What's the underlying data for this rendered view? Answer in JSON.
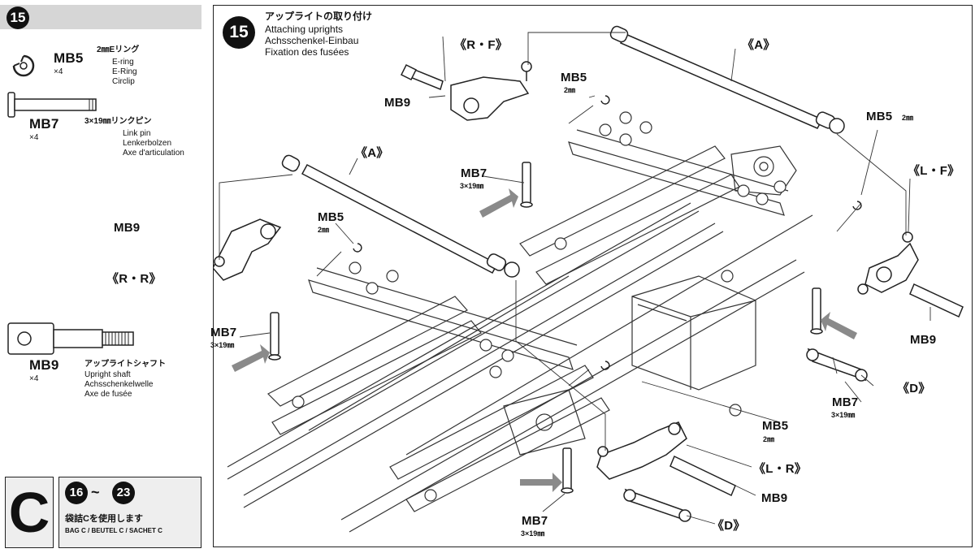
{
  "step": {
    "number": "15"
  },
  "parts": {
    "mb5": {
      "code": "MB5",
      "qty": "×4",
      "size": "2㎜Eリング",
      "names": [
        "E-ring",
        "E-Ring",
        "Circlip"
      ]
    },
    "mb7": {
      "code": "MB7",
      "qty": "×4",
      "size": "3×19㎜リンクピン",
      "names": [
        "Link pin",
        "Lenkerbolzen",
        "Axe d'articulation"
      ]
    },
    "mb9": {
      "code": "MB9",
      "qty": "×4",
      "jp": "アップライトシャフト",
      "names": [
        "Upright shaft",
        "Achsschenkelwelle",
        "Axe de fusée"
      ]
    }
  },
  "title": {
    "jp": "アップライトの取り付け",
    "lines": [
      "Attaching uprights",
      "Achsschenkel-Einbau",
      "Fixation des fusées"
    ]
  },
  "bag": {
    "letter": "C",
    "from": "16",
    "tilde": "~",
    "to": "23",
    "jp": "袋詰Cを使用します",
    "en": "BAG C / BEUTEL C / SACHET C"
  },
  "callouts": {
    "rf": "《R・F》",
    "rr": "《R・R》",
    "lf": "《L・F》",
    "lr": "《L・R》",
    "a1": "《A》",
    "a2": "《A》",
    "d1": "《D》",
    "d2": "《D》",
    "mb9_tl": "MB9",
    "mb9_l": "MB9",
    "mb9_r": "MB9",
    "mb9_br": "MB9",
    "mb5_t": "MB5",
    "mb5_t_size": "2㎜",
    "mb5_m": "MB5",
    "mb5_m_size": "2㎜",
    "mb5_r": "MB5",
    "mb5_r_size": "2㎜",
    "mb5_b": "MB5",
    "mb5_b_size": "2㎜",
    "mb7_t": "MB7",
    "mb7_t_size": "3×19㎜",
    "mb7_l": "MB7",
    "mb7_l_size": "3×19㎜",
    "mb7_r": "MB7",
    "mb7_r_size": "3×19㎜",
    "mb7_b": "MB7",
    "mb7_b_size": "3×19㎜"
  }
}
